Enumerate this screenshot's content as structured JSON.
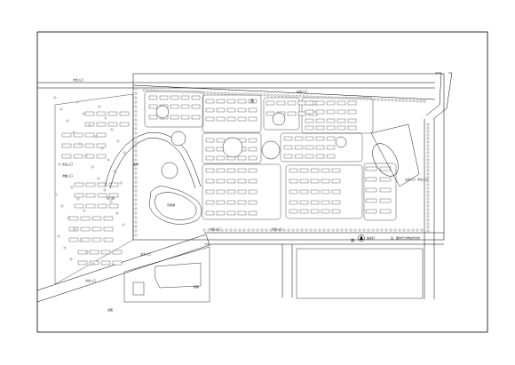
{
  "plan": {
    "labels": {
      "road_north": "路",
      "road_south": "路",
      "entrance_nw": "次出入口",
      "entrance_north": "主出入口",
      "entrance_west_1": "次出入口",
      "entrance_west_2": "次出入口",
      "entrance_sw_1": "主出入口",
      "entrance_sw_2": "次出入口",
      "entrance_south_1": "次出入口",
      "entrance_south_2": "次出入口",
      "entrance_east": "次出入口",
      "gate_east": "主出入口",
      "lake_label": "景观湖",
      "community_center": "会所",
      "school": "幼儿园",
      "legend_north": "指北针",
      "legend_note": "注：图中尺寸单位均为米",
      "road_west_label": "道路",
      "road_sw_label": "道路"
    },
    "colors": {
      "line": "#000000",
      "fill": "#ffffff",
      "tree": "#222222"
    }
  }
}
